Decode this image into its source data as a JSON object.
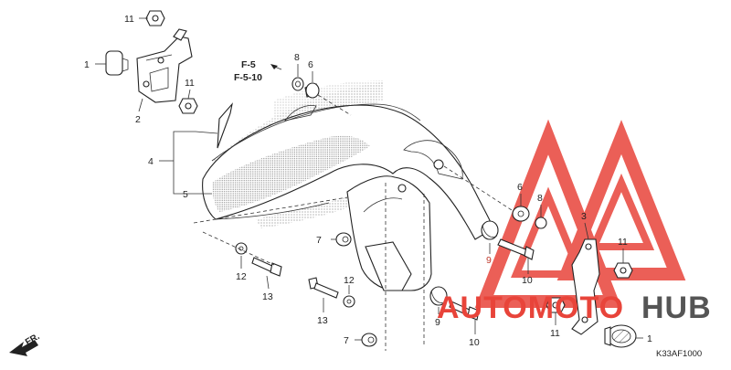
{
  "diagram": {
    "ref_page_top": "F-5",
    "ref_page_bottom": "F-5-10",
    "figure_code": "K33AF1000",
    "front_indicator": "FR.",
    "watermark_left": "AUTOMOTO",
    "watermark_right": "HUB",
    "callouts": {
      "c1_left": "1",
      "c1_right": "1",
      "c2": "2",
      "c3": "3",
      "c4": "4",
      "c5": "5",
      "c6_top": "6",
      "c6_right": "6",
      "c7_upper": "7",
      "c7_lower": "7",
      "c8_top": "8",
      "c8_right": "8",
      "c9_right": "9",
      "c9_lower": "9",
      "c10_right": "10",
      "c10_lower": "10",
      "c11_topleft": "11",
      "c11_bracket": "11",
      "c11_right": "11",
      "c11_lower": "11",
      "c12_left": "12",
      "c12_mid": "12",
      "c13_left": "13",
      "c13_mid": "13"
    },
    "colors": {
      "line": "#222222",
      "watermark_red": "#e8443a",
      "watermark_dark": "#555555",
      "stipple": "#9a9a9a"
    }
  }
}
